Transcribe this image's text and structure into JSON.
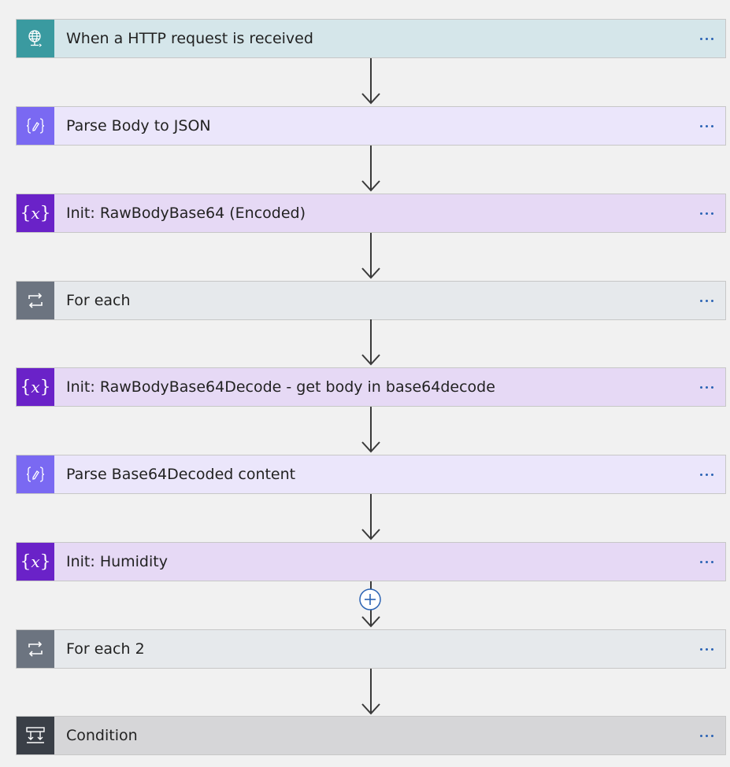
{
  "steps": [
    {
      "id": "http-trigger",
      "title": "When a HTTP request is received",
      "icon": "http-globe-icon",
      "icon_bg": "#3a9aa0",
      "bg": "#d5e6ea"
    },
    {
      "id": "parse-json-1",
      "title": "Parse Body to JSON",
      "icon": "parse-json-icon",
      "icon_bg": "#7a69f2",
      "bg": "#ebe6fb"
    },
    {
      "id": "init-var-1",
      "title": "Init: RawBodyBase64 (Encoded)",
      "icon": "variable-icon",
      "icon_bg": "#6a22c8",
      "bg": "#e6d9f5"
    },
    {
      "id": "foreach-1",
      "title": "For each",
      "icon": "loop-icon",
      "icon_bg": "#6c7480",
      "bg": "#e6e9ec"
    },
    {
      "id": "init-var-2",
      "title": "Init: RawBodyBase64Decode - get body in base64decode",
      "icon": "variable-icon",
      "icon_bg": "#6a22c8",
      "bg": "#e6d9f5"
    },
    {
      "id": "parse-json-2",
      "title": "Parse Base64Decoded content",
      "icon": "parse-json-icon",
      "icon_bg": "#7a69f2",
      "bg": "#ebe6fb"
    },
    {
      "id": "init-var-3",
      "title": "Init: Humidity",
      "icon": "variable-icon",
      "icon_bg": "#6a22c8",
      "bg": "#e6d9f5"
    },
    {
      "id": "foreach-2",
      "title": "For each 2",
      "icon": "loop-icon",
      "icon_bg": "#6c7480",
      "bg": "#e6e9ec"
    },
    {
      "id": "condition",
      "title": "Condition",
      "icon": "condition-icon",
      "icon_bg": "#3a3f47",
      "bg": "#d6d6d8"
    }
  ],
  "colors": {
    "more_dots": "#2b63b4",
    "arrow": "#3a3a3a",
    "add_button": "#2b63b4"
  }
}
